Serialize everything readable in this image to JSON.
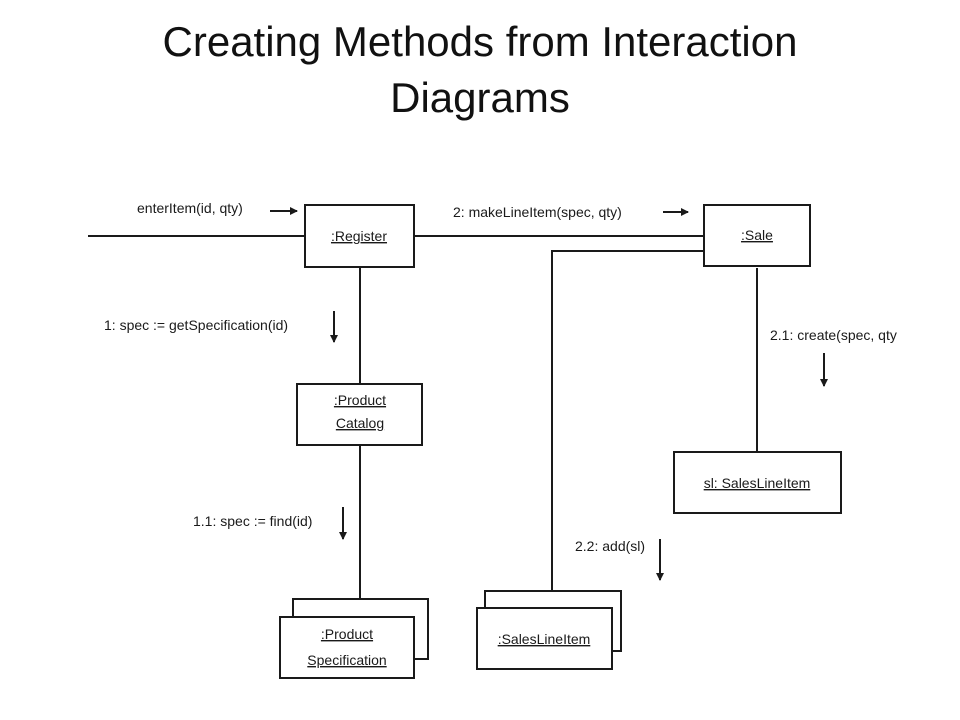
{
  "title": "Creating Methods from Interaction Diagrams",
  "objects": {
    "register": ":Register",
    "sale": ":Sale",
    "product_catalog_line1": ":Product",
    "product_catalog_line2": "Catalog",
    "sales_line_item": "sl: SalesLineItem",
    "product_spec_line1": ":Product",
    "product_spec_line2": "Specification",
    "sales_line_item_multi": ":SalesLineItem"
  },
  "messages": {
    "enter_item": "enterItem(id, qty)",
    "make_line_item": "2: makeLineItem(spec, qty)",
    "get_specification": "1: spec := getSpecification(id)",
    "create": "2.1: create(spec, qty",
    "find": "1.1: spec := find(id)",
    "add": "2.2: add(sl)"
  }
}
